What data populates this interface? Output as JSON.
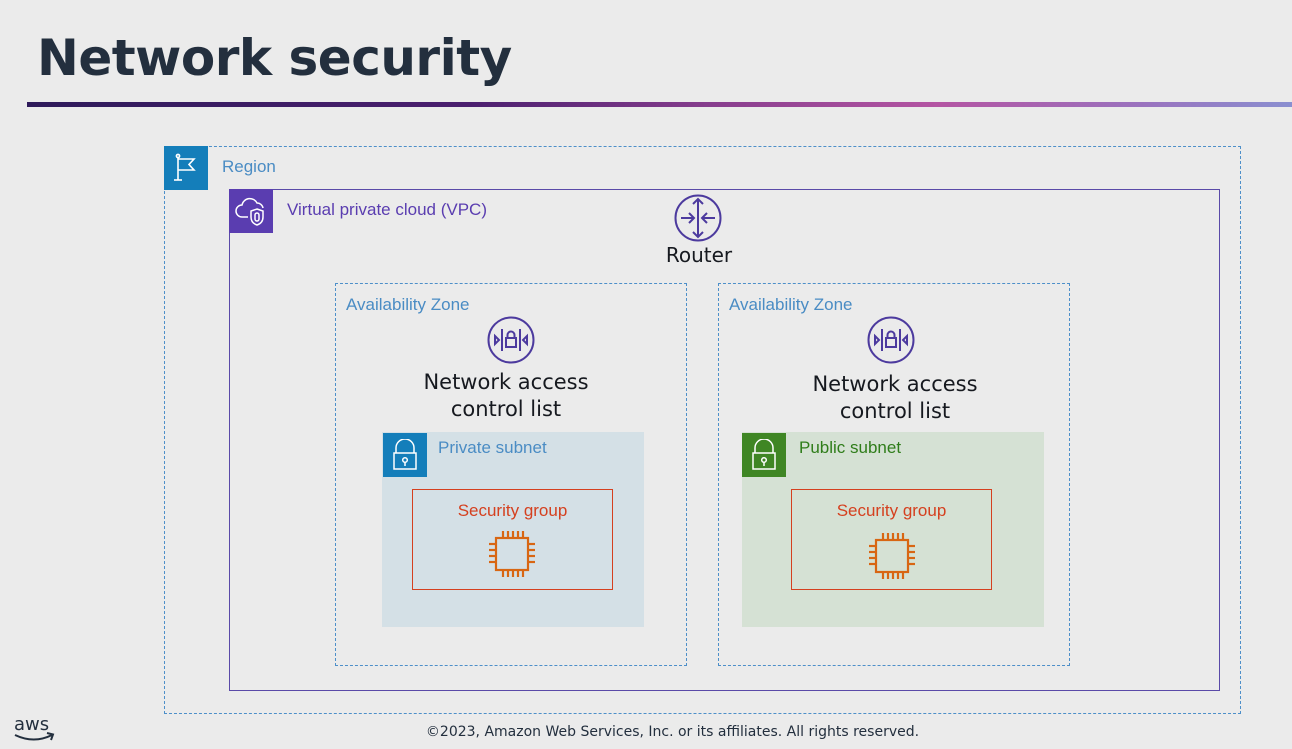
{
  "slide": {
    "title": "Network security",
    "copyright": "©2023, Amazon Web Services, Inc. or its affiliates. All rights reserved.",
    "logo": "aws-logo"
  },
  "diagram": {
    "region": {
      "label": "Region",
      "icon": "region-flag-icon",
      "color": "#147eba"
    },
    "vpc": {
      "label": "Virtual private cloud (VPC)",
      "icon": "vpc-cloud-shield-icon",
      "color": "#5a3db0"
    },
    "router": {
      "label": "Router",
      "icon": "router-icon"
    },
    "availability_zones": [
      {
        "label": "Availability Zone",
        "nacl": {
          "label_line1": "Network access",
          "label_line2": "control list",
          "icon": "nacl-icon"
        },
        "subnet": {
          "label": "Private subnet",
          "icon": "lock-icon",
          "color": "#147eba",
          "text_color": "#4a8cc4"
        },
        "security_group": {
          "label": "Security group",
          "instance_icon": "ec2-chip-icon"
        }
      },
      {
        "label": "Availability Zone",
        "nacl": {
          "label_line1": "Network access",
          "label_line2": "control list",
          "icon": "nacl-icon"
        },
        "subnet": {
          "label": "Public subnet",
          "icon": "lock-icon",
          "color": "#3f8624",
          "text_color": "#2f7d1a"
        },
        "security_group": {
          "label": "Security group",
          "instance_icon": "ec2-chip-icon"
        }
      }
    ]
  }
}
